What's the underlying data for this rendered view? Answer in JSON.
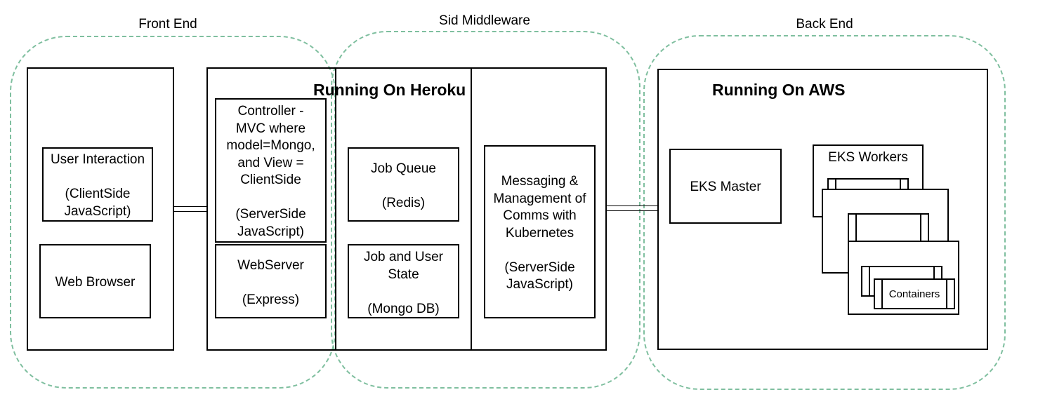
{
  "zones": {
    "front_end": "Front End",
    "middleware": "Sid Middleware",
    "back_end": "Back End"
  },
  "titles": {
    "heroku": "Running On Heroku",
    "aws": "Running On AWS"
  },
  "nodes": {
    "user_interaction": "User Interaction\n\n(ClientSide\nJavaScript)",
    "web_browser": "Web Browser",
    "controller": "Controller -\nMVC where\nmodel=Mongo,\nand View =\nClientSide\n\n(ServerSide\nJavaScript)",
    "webserver": "WebServer\n\n(Express)",
    "job_queue": "Job Queue\n\n(Redis)",
    "job_user_state": "Job and User\nState\n\n(Mongo DB)",
    "messaging": "Messaging &\nManagement of\nComms with\nKubernetes\n\n(ServerSide\nJavaScript)",
    "eks_master": "EKS Master",
    "eks_workers": "EKS Workers",
    "containers": "Containers"
  },
  "colors": {
    "zone_border": "#7fbf9f",
    "box_border": "#000000"
  }
}
